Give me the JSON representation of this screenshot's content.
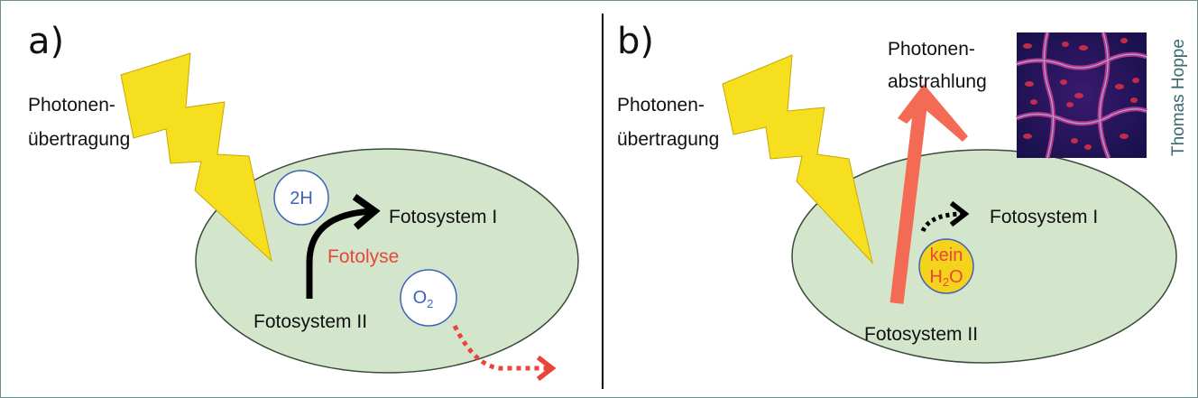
{
  "panel_a": {
    "letter": "a)",
    "photon_transfer": [
      "Photonen-",
      "übertragung"
    ],
    "ps1": "Fotosystem I",
    "ps2": "Fotosystem II",
    "photolysis": "Fotolyse",
    "hydrogen": "2H",
    "oxygen": {
      "base": "O",
      "sub": "2"
    }
  },
  "panel_b": {
    "letter": "b)",
    "photon_transfer": [
      "Photonen-",
      "übertragung"
    ],
    "photon_emission": [
      "Photonen-",
      "abstrahlung"
    ],
    "ps1": "Fotosystem I",
    "ps2": "Fotosystem II",
    "no_water": {
      "line1": "kein",
      "base": "H",
      "sub": "2",
      "tail": "O"
    },
    "credit": "Thomas Hoppe"
  },
  "colors": {
    "ellipse_fill": "#d3e6cc",
    "bolt": "#f6df1e",
    "red": "#e8463b",
    "blue": "#3f63b8",
    "emission_arrow": "#f36a55",
    "water_fill": "#f5d21c"
  },
  "icons": [
    "lightning-bolt-icon",
    "micrograph-image"
  ]
}
